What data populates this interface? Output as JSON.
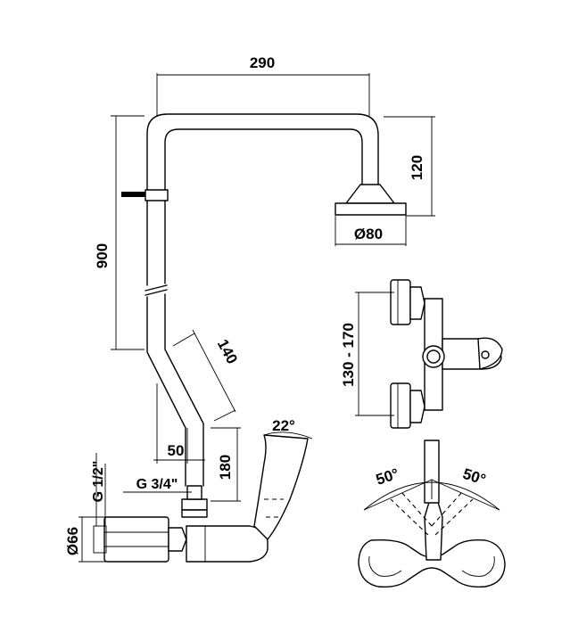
{
  "dimensions": {
    "reach": "290",
    "head_drop": "120",
    "head_diameter": "Ø80",
    "height": "900",
    "offset_slant": "140",
    "offset_horizontal": "50",
    "spout_height": "180",
    "thread_outlet": "G 3/4\"",
    "thread_inlet": "G 1/2\"",
    "body_diameter": "Ø66",
    "center_distance": "130 - 170",
    "lever_tilt": "22°",
    "lever_swing_left": "50°",
    "lever_swing_right": "50°"
  }
}
